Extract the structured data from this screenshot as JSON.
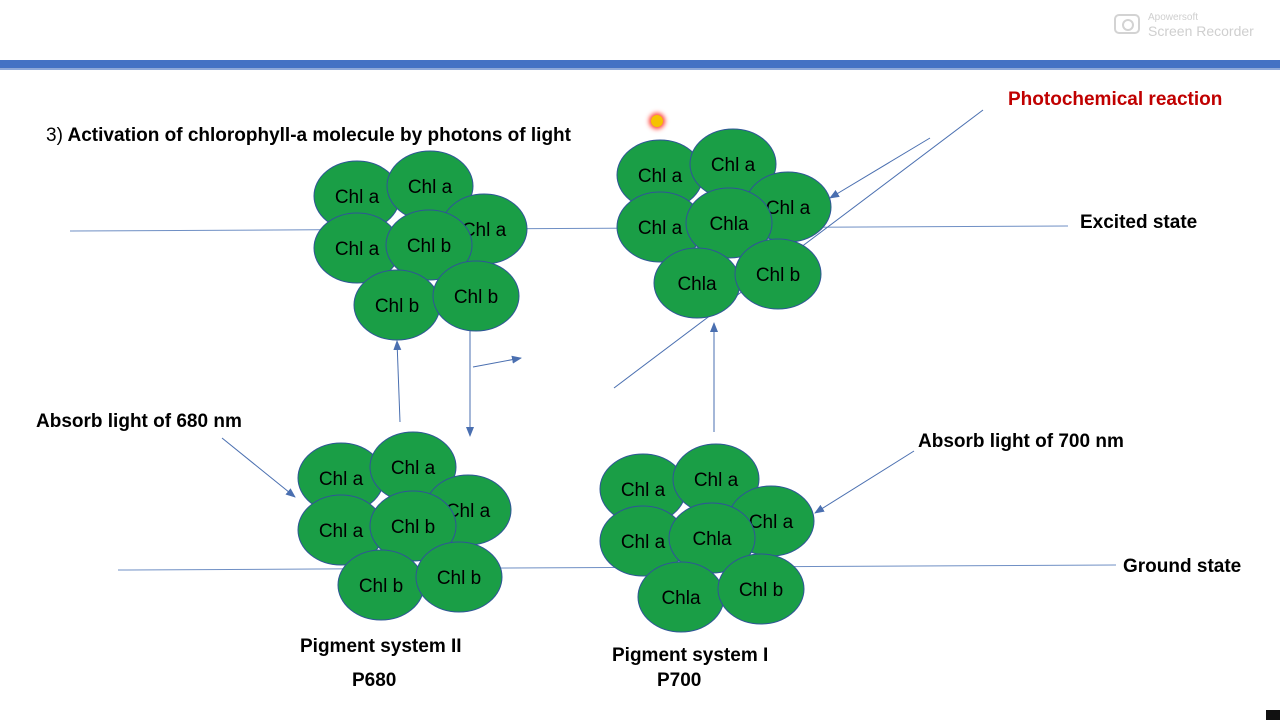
{
  "heading": {
    "number": "3)",
    "text": "Activation of chlorophyll-a molecule by photons of light"
  },
  "labels": {
    "photochemical_reaction": "Photochemical reaction",
    "excited_state": "Excited  state",
    "ground_state": "Ground state",
    "absorb_680": "Absorb light of 680 nm",
    "absorb_700": "Absorb light of 700 nm",
    "psii_name": "Pigment system II",
    "psii_code": "P680",
    "psi_name": "Pigment system I",
    "psi_code": "P700"
  },
  "clusters": {
    "psii_excited": [
      "Chl a",
      "Chl a",
      "Chl a",
      "Chl a",
      "Chl b",
      "Chl b",
      "Chl b"
    ],
    "psi_excited": [
      "Chl a",
      "Chl a",
      "Chl a",
      "Chl a",
      "Chla",
      "Chla",
      "Chl b"
    ],
    "psii_ground": [
      "Chl a",
      "Chl a",
      "Chl a",
      "Chl a",
      "Chl b",
      "Chl b",
      "Chl b"
    ],
    "psi_ground": [
      "Chl a",
      "Chl a",
      "Chl a",
      "Chl a",
      "Chla",
      "Chla",
      "Chl b"
    ]
  },
  "watermark": {
    "small": "Apowersoft",
    "big": "Screen Recorder"
  },
  "colors": {
    "chlorophyll": "#1a9e46",
    "accent_bar": "#4472c4",
    "arrow": "#4a6fb0",
    "highlight": "#c00000"
  }
}
